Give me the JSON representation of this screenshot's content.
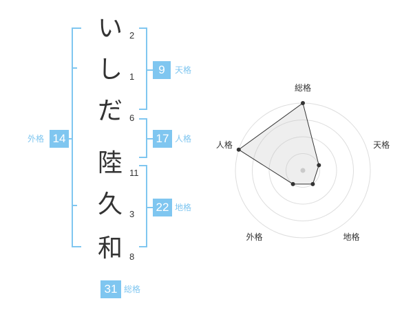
{
  "name": {
    "chars": [
      "い",
      "し",
      "だ",
      "陸",
      "久",
      "和"
    ],
    "strokes": [
      "2",
      "1",
      "6",
      "11",
      "3",
      "8"
    ]
  },
  "fortunes": {
    "tenkaku": {
      "value": "9",
      "label": "天格"
    },
    "jinkaku": {
      "value": "17",
      "label": "人格"
    },
    "chikaku": {
      "value": "22",
      "label": "地格"
    },
    "gaikaku": {
      "value": "14",
      "label": "外格"
    },
    "soukaku": {
      "value": "31",
      "label": "総格"
    }
  },
  "accent_color": "#7fc6f0",
  "chart_data": {
    "type": "radar",
    "axes": [
      "総格",
      "天格",
      "地格",
      "外格",
      "人格"
    ],
    "values": [
      4,
      1,
      1,
      1,
      4
    ],
    "range": [
      0,
      4
    ],
    "rings": 4
  }
}
